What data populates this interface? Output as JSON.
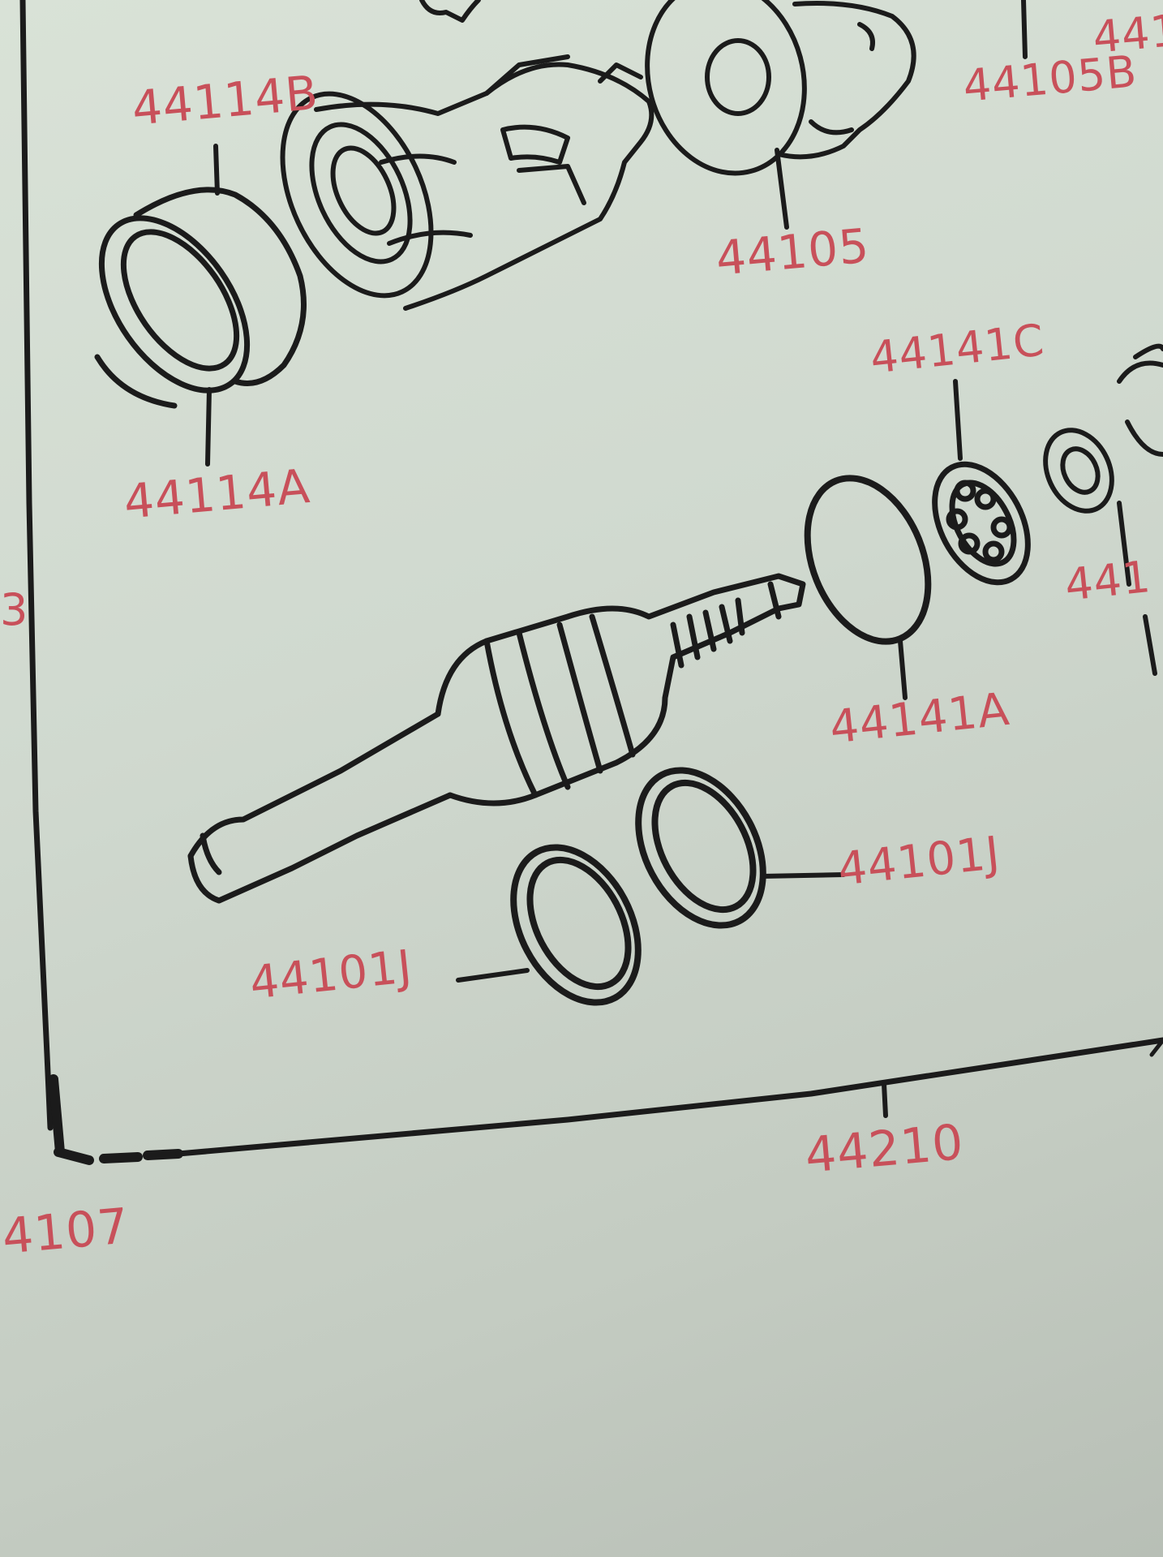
{
  "colors": {
    "ink": "#1b1b1b",
    "label": "#c8505a",
    "paper": "#d6ded4"
  },
  "callouts": {
    "c44114B": "44114B",
    "c44114A": "44114A",
    "c44105": "44105",
    "c44105B": "44105B",
    "c44141C": "44141C",
    "c44141A": "44141A",
    "c44101J_right": "44101J",
    "c44101J_left": "44101J",
    "c44210": "44210",
    "c4107": "4107",
    "top_right_partial": "441",
    "right_partial": "441",
    "left_partial": "3"
  }
}
